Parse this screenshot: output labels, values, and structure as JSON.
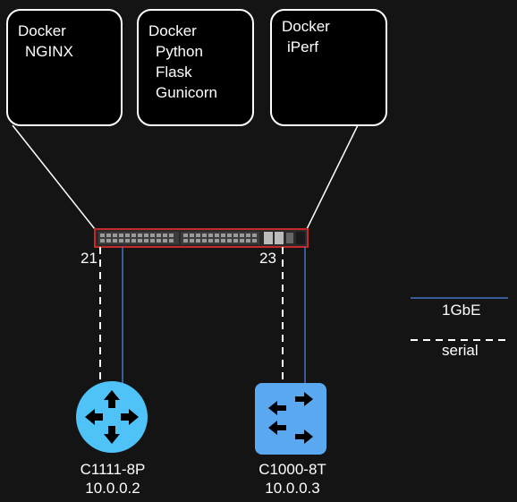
{
  "containers": [
    {
      "title": "Docker",
      "apps": [
        "NGINX"
      ]
    },
    {
      "title": "Docker",
      "apps": [
        "Python",
        "Flask",
        "Gunicorn"
      ]
    },
    {
      "title": "Docker",
      "apps": [
        "iPerf"
      ]
    }
  ],
  "switch_ports": {
    "left": "21",
    "right": "23"
  },
  "devices": [
    {
      "name": "C1111-8P",
      "ip": "10.0.0.2",
      "icon": "router-icon",
      "color": "#4fc3f7"
    },
    {
      "name": "C1000-8T",
      "ip": "10.0.0.3",
      "icon": "switch-icon",
      "color": "#5aa9f0"
    }
  ],
  "legend": [
    {
      "label": "1GbE",
      "style": "solid",
      "color": "#4472c4"
    },
    {
      "label": "serial",
      "style": "dashed",
      "color": "#ffffff"
    }
  ],
  "colors": {
    "background": "#141414",
    "chassis": "#c62828",
    "link": "#4472c4"
  }
}
